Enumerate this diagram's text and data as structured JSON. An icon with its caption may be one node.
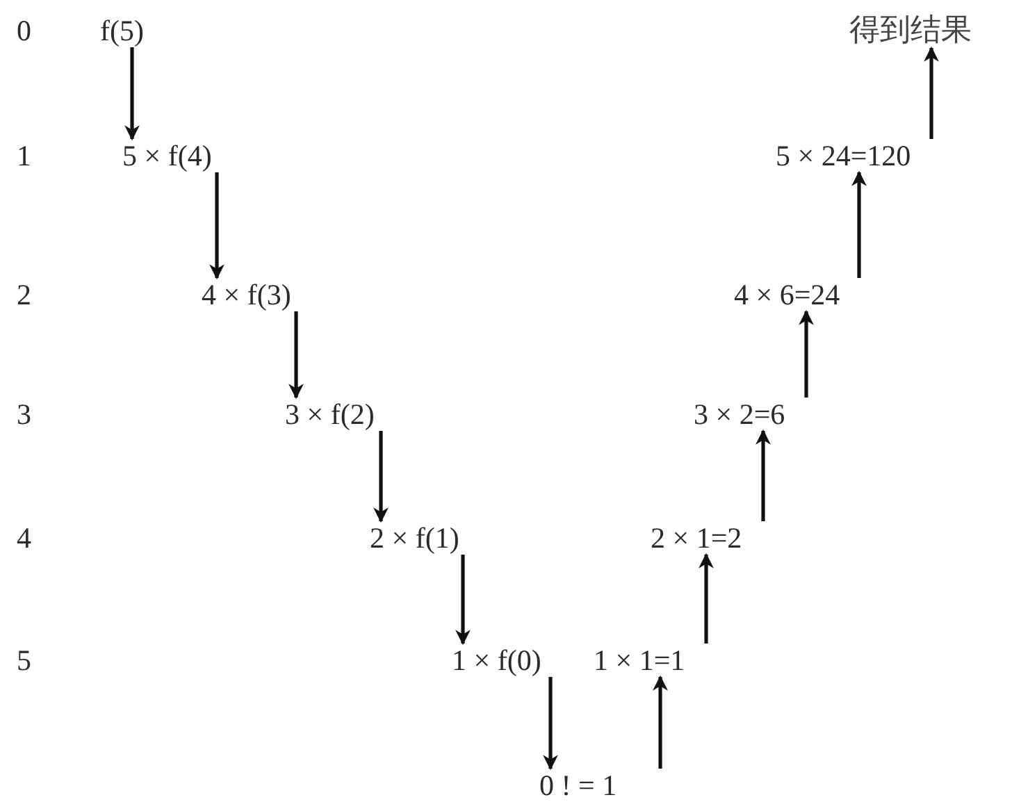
{
  "diagram": {
    "nodes": [
      {
        "text": [
          "f(5)"
        ]
      },
      {
        "text": [
          "5 × f(4)"
        ]
      },
      {
        "text": [
          "4 × f(3)"
        ]
      },
      {
        "text": [
          "3 × f(2)"
        ]
      },
      {
        "text": [
          "2 × f(1)"
        ]
      },
      {
        "text": [
          "1 × f(0)"
        ]
      },
      {
        "text": [
          "0 ! = 1"
        ]
      },
      {
        "text": [
          "1 × 1=1"
        ]
      },
      {
        "text": [
          "2 × 1=2"
        ]
      },
      {
        "text": [
          "3 × 2=6"
        ]
      },
      {
        "text": [
          "4 × 6=24"
        ]
      },
      {
        "text": [
          "5 × 24=120"
        ]
      },
      {
        "text": [
          "得到结果"
        ]
      }
    ],
    "edges": [
      {
        "from": 0,
        "to": 1,
        "arrow": "to"
      },
      {
        "from": 1,
        "to": 2,
        "arrow": "to"
      },
      {
        "from": 2,
        "to": 3,
        "arrow": "to"
      },
      {
        "from": 3,
        "to": 4,
        "arrow": "to"
      },
      {
        "from": 4,
        "to": 5,
        "arrow": "to"
      },
      {
        "from": 5,
        "to": 6,
        "arrow": "to"
      },
      {
        "from": 6,
        "to": 7,
        "arrow": "to"
      },
      {
        "from": 7,
        "to": 8,
        "arrow": "to"
      },
      {
        "from": 8,
        "to": 9,
        "arrow": "to"
      },
      {
        "from": 9,
        "to": 10,
        "arrow": "to"
      },
      {
        "from": 10,
        "to": 11,
        "arrow": "to"
      },
      {
        "from": 11,
        "to": 12,
        "arrow": "to"
      }
    ],
    "labels": [
      "0",
      "1",
      "2",
      "3",
      "4",
      "5"
    ]
  }
}
